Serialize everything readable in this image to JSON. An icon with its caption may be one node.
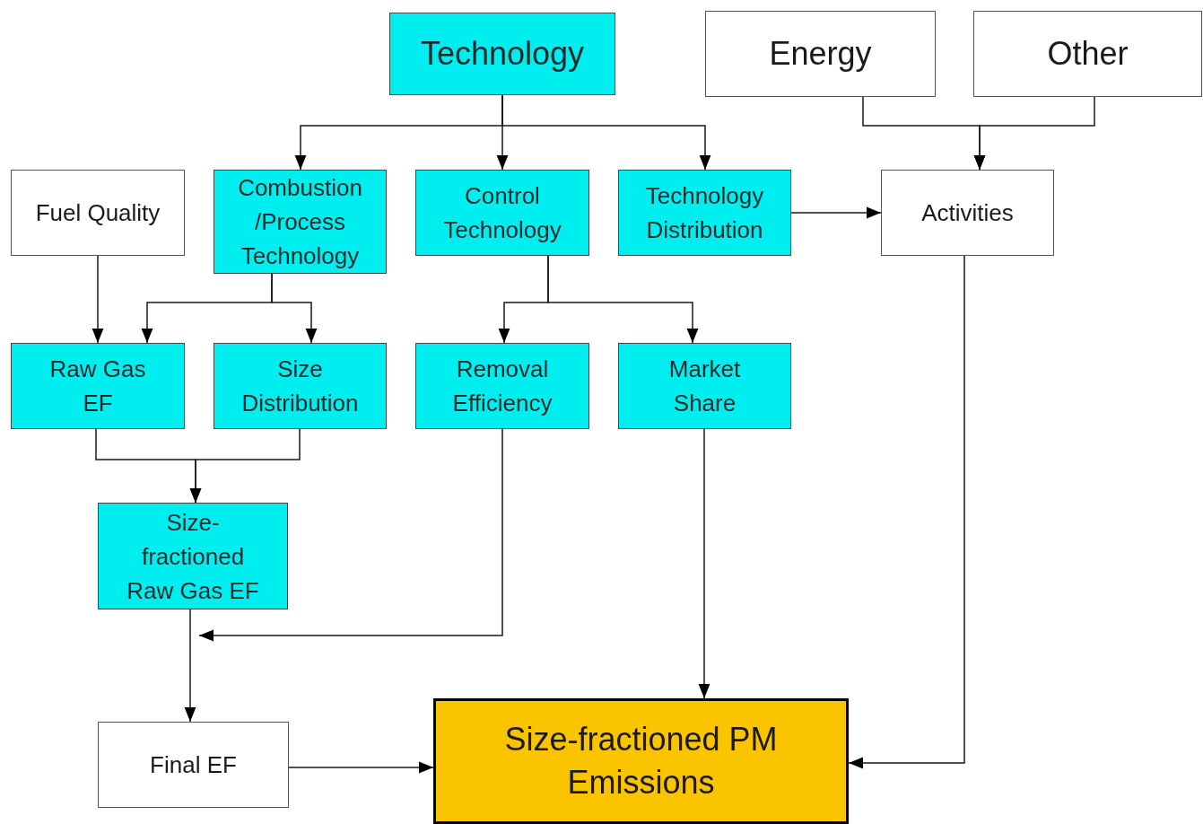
{
  "diagram": {
    "nodes": [
      {
        "text": [
          "Technology"
        ]
      },
      {
        "text": [
          "Energy"
        ]
      },
      {
        "text": [
          "Other"
        ]
      },
      {
        "text": [
          "Fuel Quality"
        ]
      },
      {
        "text": [
          "Combustion /Process Technology"
        ]
      },
      {
        "text": [
          "Control Technology"
        ]
      },
      {
        "text": [
          "Technology Distribution"
        ]
      },
      {
        "text": [
          "Activities"
        ]
      },
      {
        "text": [
          "Raw Gas EF"
        ]
      },
      {
        "text": [
          "Size Distribution"
        ]
      },
      {
        "text": [
          "Removal Efficiency"
        ]
      },
      {
        "text": [
          "Market Share"
        ]
      },
      {
        "text": [
          "Size-fractioned Raw Gas EF"
        ]
      },
      {
        "text": [
          "Final EF"
        ]
      },
      {
        "text": [
          "Size-fractioned PM Emissions"
        ]
      }
    ],
    "edges": [
      {
        "from": 0,
        "to": 4,
        "arrow": "to"
      },
      {
        "from": 0,
        "to": 5,
        "arrow": "to"
      },
      {
        "from": 0,
        "to": 6,
        "arrow": "to"
      },
      {
        "from": 1,
        "to": 7,
        "arrow": "to"
      },
      {
        "from": 2,
        "to": 7,
        "arrow": "to"
      },
      {
        "from": 6,
        "to": 7,
        "arrow": "to"
      },
      {
        "from": 3,
        "to": 8,
        "arrow": "to"
      },
      {
        "from": 4,
        "to": 8,
        "arrow": "to"
      },
      {
        "from": 4,
        "to": 9,
        "arrow": "to"
      },
      {
        "from": 5,
        "to": 10,
        "arrow": "to"
      },
      {
        "from": 5,
        "to": 11,
        "arrow": "to"
      },
      {
        "from": 8,
        "to": 12,
        "arrow": "to"
      },
      {
        "from": 9,
        "to": 12,
        "arrow": "to"
      },
      {
        "from": 10,
        "to": 12,
        "arrow": "to"
      },
      {
        "from": 12,
        "to": 13,
        "arrow": "to"
      },
      {
        "from": 11,
        "to": 14,
        "arrow": "to"
      },
      {
        "from": 7,
        "to": 14,
        "arrow": "to"
      },
      {
        "from": 13,
        "to": 14,
        "arrow": "to"
      }
    ]
  }
}
